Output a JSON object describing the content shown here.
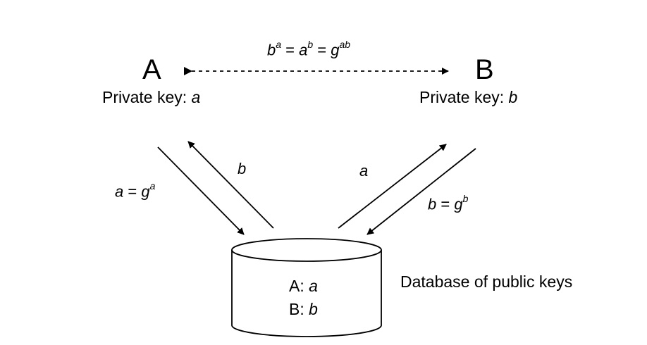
{
  "shared_key": {
    "b": "b",
    "a_exp": "a",
    "eq1": " = ",
    "a": "a",
    "b_exp": "b",
    "eq2": " = ",
    "g": "g",
    "ab_exp": "ab"
  },
  "party_a": {
    "name": "A",
    "private_key_label": "Private key: ",
    "private_key_var": "a"
  },
  "party_b": {
    "name": "B",
    "private_key_label": "Private key: ",
    "private_key_var": "b"
  },
  "arrow_labels": {
    "a_public": {
      "lhs": "a",
      "eq": " = ",
      "g": "g",
      "exp": "a"
    },
    "b_to_a": "b",
    "a_to_b": "a",
    "b_public": {
      "lhs": "b",
      "eq": " = ",
      "g": "g",
      "exp": "b"
    }
  },
  "database": {
    "label": "Database of public keys",
    "row_a": {
      "key": "A: ",
      "val": "a"
    },
    "row_b": {
      "key": "B: ",
      "val": "b"
    }
  }
}
